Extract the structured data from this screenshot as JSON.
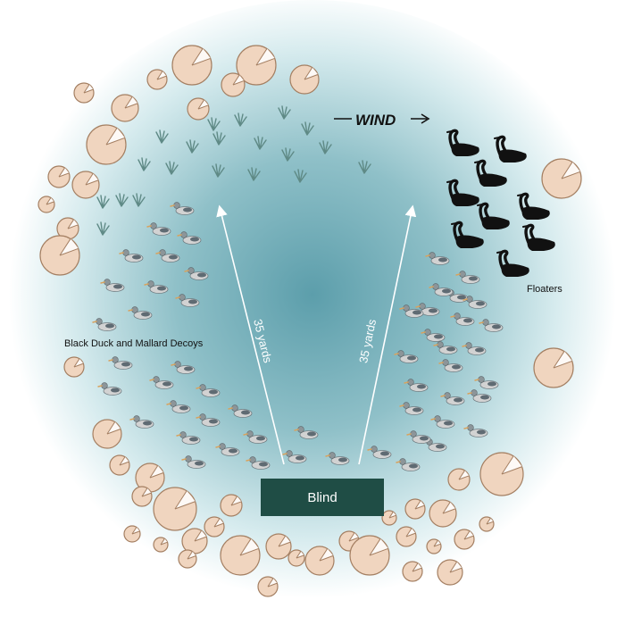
{
  "wind": {
    "label": "WIND"
  },
  "distances": {
    "left": "35 yards",
    "right": "35 yards"
  },
  "blind": {
    "label": "Blind"
  },
  "labels": {
    "decoys": "Black Duck and Mallard Decoys",
    "floaters": "Floaters"
  },
  "colors": {
    "water_center": "#5c9eab",
    "water_edge": "#ffffff",
    "blind": "#1f4d45",
    "lily_pad": "#f0d5bf",
    "lily_outline": "#a47f62",
    "reed": "#5f8a86",
    "floater": "#111111",
    "decoy_body": "#d2d2d2"
  },
  "icons": [
    "lily-pad-icon",
    "reed-icon",
    "decoy-duck-icon",
    "floater-goose-icon",
    "wind-arrow-icon"
  ]
}
